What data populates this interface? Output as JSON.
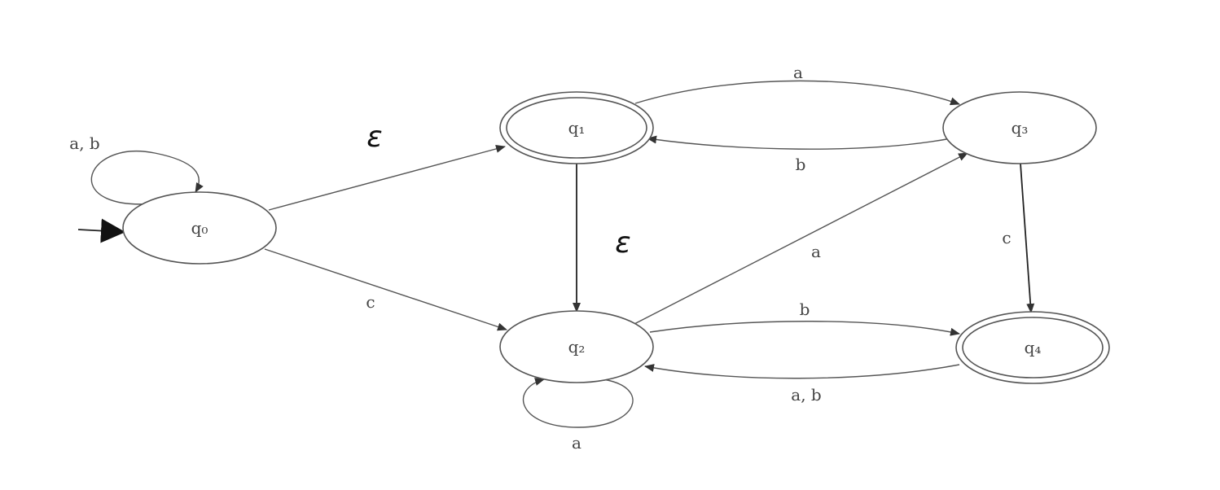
{
  "diagram": {
    "states": [
      {
        "id": "q0",
        "label": "q₀",
        "accepting": false,
        "initial": true
      },
      {
        "id": "q1",
        "label": "q₁",
        "accepting": true,
        "initial": false
      },
      {
        "id": "q2",
        "label": "q₂",
        "accepting": false,
        "initial": false
      },
      {
        "id": "q3",
        "label": "q₃",
        "accepting": false,
        "initial": false
      },
      {
        "id": "q4",
        "label": "q₄",
        "accepting": true,
        "initial": false
      }
    ],
    "transitions": [
      {
        "from": "q0",
        "to": "q0",
        "label": "a, b"
      },
      {
        "from": "q0",
        "to": "q1",
        "label": "ε"
      },
      {
        "from": "q0",
        "to": "q2",
        "label": "c"
      },
      {
        "from": "q1",
        "to": "q3",
        "label": "a"
      },
      {
        "from": "q3",
        "to": "q1",
        "label": "b"
      },
      {
        "from": "q1",
        "to": "q2",
        "label": "ε"
      },
      {
        "from": "q2",
        "to": "q3",
        "label": "a"
      },
      {
        "from": "q3",
        "to": "q4",
        "label": "c"
      },
      {
        "from": "q2",
        "to": "q4",
        "label": "b"
      },
      {
        "from": "q4",
        "to": "q2",
        "label": "a, b"
      },
      {
        "from": "q2",
        "to": "q2",
        "label": "a"
      }
    ]
  }
}
